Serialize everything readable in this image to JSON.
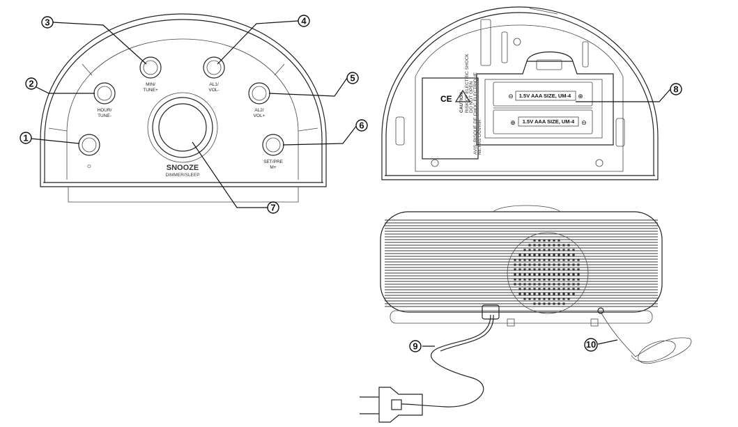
{
  "colors": {
    "line": "#222222",
    "background": "#ffffff"
  },
  "front_view": {
    "buttons": [
      {
        "id": "power",
        "callout": "①",
        "label_lines": [
          "⏻"
        ]
      },
      {
        "id": "hour",
        "callout": "②",
        "label_lines": [
          "HOUR/",
          "TUNE-"
        ]
      },
      {
        "id": "min",
        "callout": "③",
        "label_lines": [
          "MIN/",
          "TUNE+"
        ]
      },
      {
        "id": "al1",
        "callout": "④",
        "label_lines": [
          "AL1/",
          "VOL-"
        ]
      },
      {
        "id": "al2",
        "callout": "⑤",
        "label_lines": [
          "AL2/",
          "VOL+"
        ]
      },
      {
        "id": "setpre",
        "callout": "⑥",
        "label_lines": [
          "SET/PRE",
          "M+"
        ]
      }
    ],
    "snooze": {
      "callout": "⑦",
      "title": "SNOOZE",
      "subtitle": "DIMMER/SLEEP"
    }
  },
  "back_view": {
    "callout": "⑧",
    "batteries": [
      "1.5V AAA SIZE, UM-4",
      "1.5V AAA SIZE, UM-4"
    ],
    "caution_lines": [
      "CAUTION",
      "RISK OF ELECTRIC SHOCK",
      "DO NOT OPEN",
      "AVIS: RISQUE DE CHOC ELECTRIQUE",
      "NE PAS OUVRIR"
    ]
  },
  "bottom_view": {
    "power_cord_callout": "⑨",
    "antenna_callout": "⑩"
  }
}
